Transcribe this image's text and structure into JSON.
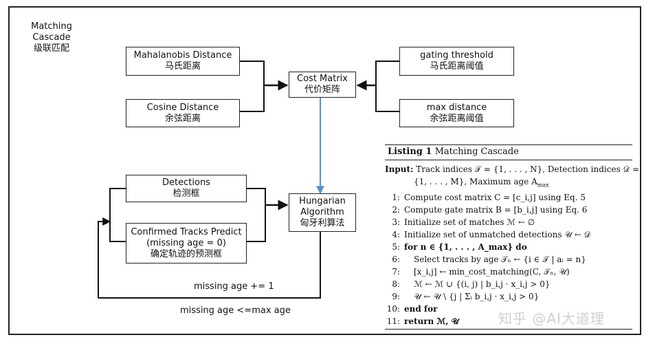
{
  "title_en": "Matching\nCascade",
  "title_line1": "Matching",
  "title_line2": "Cascade",
  "title_cn": "级联匹配",
  "boxes": {
    "mahalanobis": {
      "en": "Mahalanobis Distance",
      "cn": "马氏距离"
    },
    "cosine": {
      "en": "Cosine Distance",
      "cn": "余弦距离"
    },
    "cost": {
      "en": "Cost Matrix",
      "cn": "代价矩阵"
    },
    "gating": {
      "en": "gating threshold",
      "cn": "马氏距离阈值"
    },
    "maxdist": {
      "en": "max distance",
      "cn": "余弦距离阈值"
    },
    "detections": {
      "en": "Detections",
      "cn": "检测框"
    },
    "confirmed": {
      "en1": "Confirmed Tracks Predict",
      "en2": "(missing age = 0)",
      "cn": "确定轨迹的预测框"
    },
    "hungarian": {
      "en1": "Hungarian",
      "en2": "Algorithm",
      "cn": "匈牙利算法"
    }
  },
  "labels": {
    "missing_plus": "missing age += 1",
    "missing_max": "missing age <=max age"
  },
  "listing": {
    "heading_bold": "Listing 1",
    "heading_rest": " Matching Cascade",
    "input_label": "Input:",
    "input_text": " Track indices 𝒯 = {1, . . . , N}, Detection indices 𝒟 =",
    "input_cont": "{1, . . . , M}, Maximum age A",
    "input_sub": "max",
    "lines": [
      {
        "n": "1:",
        "t": "Compute cost matrix C = [c_i,j] using Eq. 5"
      },
      {
        "n": "2:",
        "t": "Compute gate matrix B = [b_i,j] using Eq. 6"
      },
      {
        "n": "3:",
        "t": "Initialize set of matches ℳ ← ∅"
      },
      {
        "n": "4:",
        "t": "Initialize set of unmatched detections 𝒰 ← 𝒟"
      },
      {
        "n": "5:",
        "t": "for n ∈ {1, . . . , A_max} do"
      },
      {
        "n": "6:",
        "t": "Select tracks by age 𝒯ₙ ← {i ∈ 𝒯 | aᵢ = n}"
      },
      {
        "n": "7:",
        "t": "[x_i,j] ← min_cost_matching(C, 𝒯ₙ, 𝒰)"
      },
      {
        "n": "8:",
        "t": "ℳ ← ℳ ∪ {(i, j) | b_i,j · x_i,j > 0}"
      },
      {
        "n": "9:",
        "t": "𝒰 ← 𝒰 \\ {j | Σᵢ b_i,j · x_i,j > 0}"
      },
      {
        "n": "10:",
        "t": "end for"
      },
      {
        "n": "11:",
        "t": "return ℳ, 𝒰"
      }
    ]
  },
  "watermark": "知乎 @AI大道理"
}
